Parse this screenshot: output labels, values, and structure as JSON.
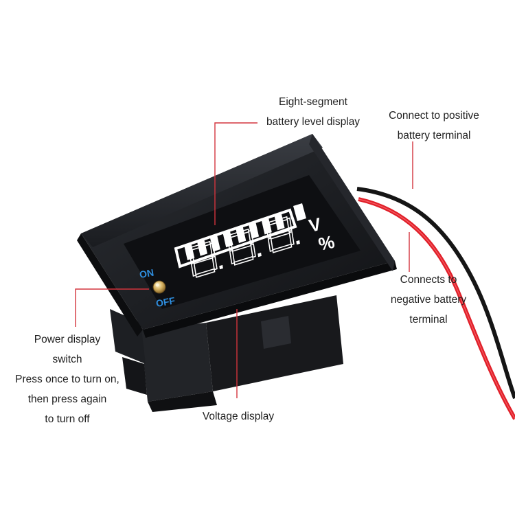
{
  "annotations": {
    "segment_display": [
      "Eight-segment",
      "battery level display"
    ],
    "positive_terminal": [
      "Connect to positive",
      "battery terminal"
    ],
    "negative_terminal": [
      "Connects to",
      "negative battery",
      "terminal"
    ],
    "power_switch": [
      "Power display",
      "switch",
      "Press once to turn on,",
      "then press again",
      "to turn off"
    ],
    "voltage_display": [
      "Voltage display"
    ]
  },
  "device": {
    "switch_on_label": "ON",
    "switch_off_label": "OFF",
    "unit_volts": "V",
    "unit_percent": "%",
    "battery_segments_lit": 8,
    "battery_segments_total": 8
  },
  "colors": {
    "annotation_line": "#d3343d",
    "switch_label": "#2f8fe0",
    "wire_red": "#e0202a",
    "wire_black": "#151515"
  }
}
